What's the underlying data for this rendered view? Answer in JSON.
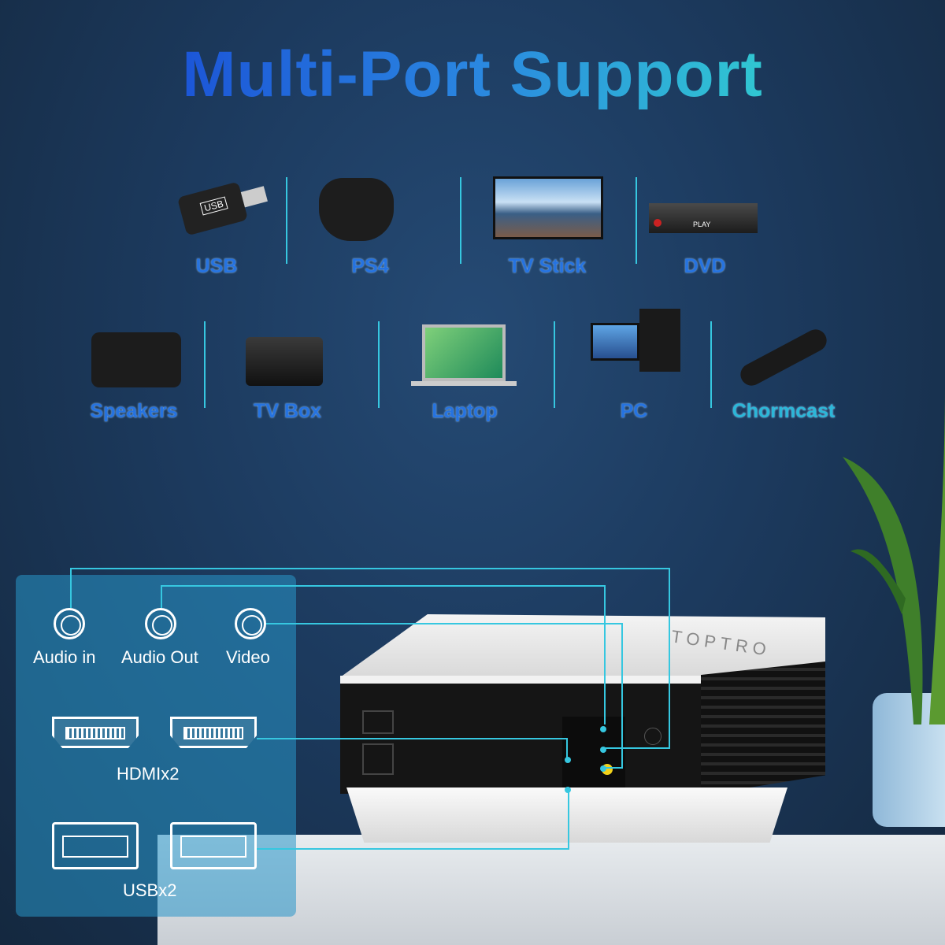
{
  "title": "Multi-Port Support",
  "devices_row1": [
    {
      "label": "USB",
      "icon": "usb-stick-icon"
    },
    {
      "label": "PS4",
      "icon": "gamepad-icon"
    },
    {
      "label": "TV Stick",
      "icon": "tv-icon"
    },
    {
      "label": "DVD",
      "icon": "dvd-player-icon"
    }
  ],
  "devices_row2": [
    {
      "label": "Speakers",
      "icon": "speaker-icon"
    },
    {
      "label": "TV Box",
      "icon": "tv-box-icon"
    },
    {
      "label": "Laptop",
      "icon": "laptop-icon"
    },
    {
      "label": "PC",
      "icon": "pc-icon"
    },
    {
      "label": "Chormcast",
      "icon": "streaming-stick-icon"
    }
  ],
  "ports": {
    "audio_in": "Audio in",
    "audio_out": "Audio Out",
    "video": "Video",
    "hdmi": "HDMIx2",
    "usb": "USBx2"
  },
  "icon_text": {
    "usb_stick": "USB",
    "dvd_display": "PLAY"
  },
  "brand": "TOPTRO",
  "colors": {
    "accent_line": "#36c7e0",
    "title_start": "#1a4fd6",
    "title_end": "#31d0d0"
  }
}
